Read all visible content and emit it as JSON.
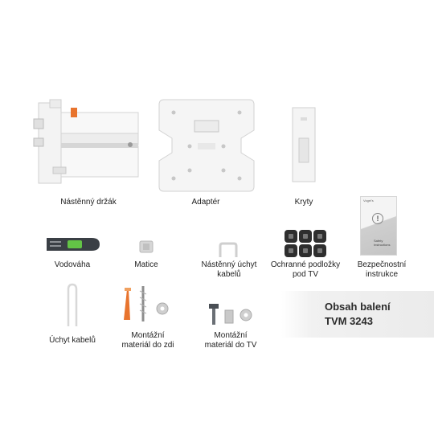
{
  "items": {
    "wall_bracket": "Nástěnný držák",
    "adapter": "Adaptér",
    "covers": "Kryty",
    "level": "Vodováha",
    "nuts": "Matice",
    "wall_cable_holder": "Nástěnný úchyt\nkabelů",
    "protective_pads": "Ochranné podložky\npod TV",
    "safety": "Bezpečnostní\ninstrukce",
    "cable_holder": "Úchyt kabelů",
    "wall_mount_material": "Montážní\nmateriál do zdi",
    "tv_mount_material": "Montážní\nmateriál do TV"
  },
  "booklet": {
    "brand": "Vogel's",
    "caption": "Safety\nInstructions",
    "mark": "!"
  },
  "panel": {
    "line1": "Obsah balení",
    "line2": "TVM 3243"
  },
  "colors": {
    "accent_orange": "#e8742e",
    "level_green": "#63c446",
    "dark_grey": "#3a3f45"
  }
}
